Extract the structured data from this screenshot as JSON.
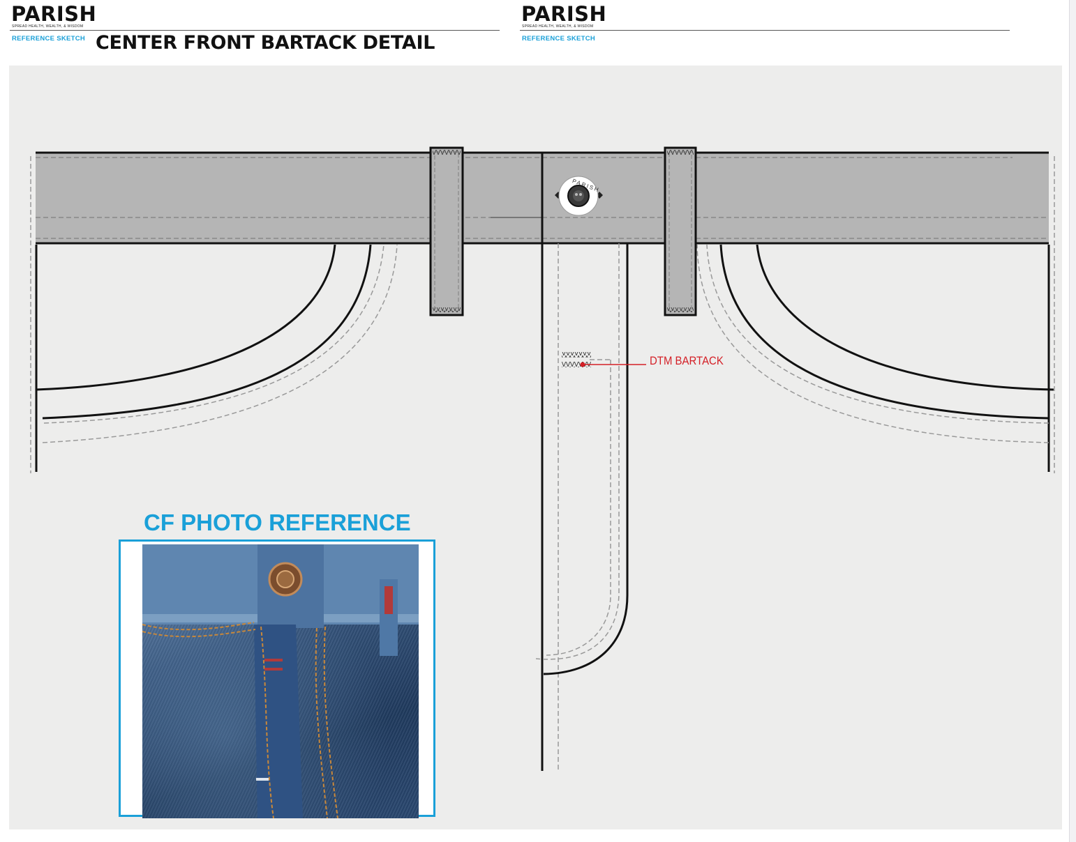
{
  "header_left": {
    "brand": "PARISH",
    "tagline": "SPREAD HEALTH, WEALTH, & WISDOM",
    "reference_label": "REFERENCE SKETCH",
    "title": "CENTER FRONT BARTACK DETAIL"
  },
  "header_right": {
    "brand": "PARISH",
    "tagline": "SPREAD HEALTH, WEALTH, & WISDOM",
    "reference_label": "REFERENCE SKETCH"
  },
  "sketch": {
    "button_text": "PARISH",
    "callout": "DTM BARTACK",
    "colors": {
      "canvas": "#ededec",
      "waistband": "#b5b5b5",
      "line": "#111111",
      "stitch": "#8a8a8a",
      "callout": "#d42027"
    }
  },
  "photo_reference": {
    "title": "CF PHOTO REFERENCE",
    "frame_color": "#1aa0d8"
  }
}
